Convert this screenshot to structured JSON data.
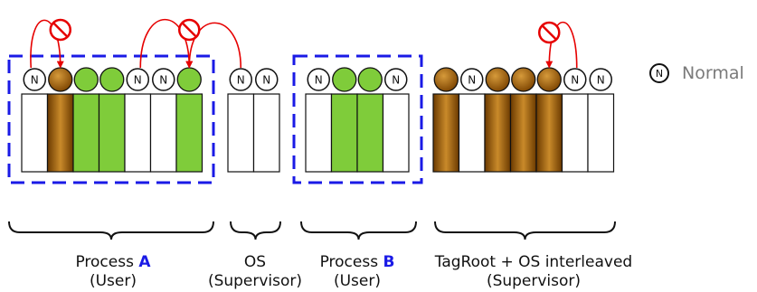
{
  "normal_marker": "N",
  "colors": {
    "user_region_border": "#1a1ae6",
    "tag_color": "#7fcc3a",
    "tagroot_color": "#a7610a",
    "pointer_color": "#e60000",
    "accent_text": "#1a1ae6",
    "legend_text": "#7a7a7a"
  },
  "legend": {
    "badge": "N",
    "label": "Normal"
  },
  "regions": [
    {
      "cells": [
        "normal",
        "tagroot",
        "green",
        "green",
        "normal",
        "normal",
        "green"
      ]
    },
    {
      "cells": [
        "normal",
        "normal"
      ]
    },
    {
      "cells": [
        "normal",
        "green",
        "green",
        "normal"
      ]
    },
    {
      "cells": [
        "tagroot",
        "normal",
        "tagroot",
        "tagroot",
        "tagroot",
        "normal",
        "normal"
      ]
    }
  ],
  "captions": [
    {
      "line1": "Process ",
      "accent": "A",
      "line2": "(User)"
    },
    {
      "line1": "OS",
      "accent": "",
      "line2": "(Supervisor)"
    },
    {
      "line1": "Process ",
      "accent": "B",
      "line2": "(User)"
    },
    {
      "line1": "TagRoot + OS interleaved",
      "accent": "",
      "line2": "(Supervisor)"
    }
  ],
  "icons": {
    "forbidden": "prohibited-icon",
    "normal": "normal-badge-icon"
  }
}
